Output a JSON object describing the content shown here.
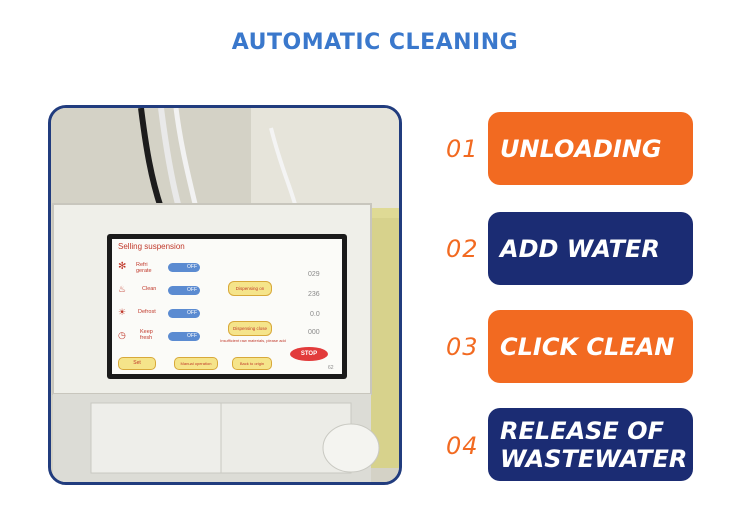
{
  "page": {
    "title": "AUTOMATIC CLEANING"
  },
  "colors": {
    "title": "#3a78cc",
    "orange": "#f26a21",
    "navy": "#1b2c73",
    "frame": "#213c7e"
  },
  "steps": [
    {
      "number": "01",
      "label_lines": [
        "UNLOADING"
      ],
      "style": "orange"
    },
    {
      "number": "02",
      "label_lines": [
        "ADD WATER"
      ],
      "style": "navy"
    },
    {
      "number": "03",
      "label_lines": [
        "CLICK CLEAN"
      ],
      "style": "orange"
    },
    {
      "number": "04",
      "label_lines": [
        "RELEASE OF",
        "WASTEWATER"
      ],
      "style": "navy"
    }
  ],
  "device_screen": {
    "header": "Selling suspension",
    "rows": [
      {
        "label": "Refri gerate",
        "toggle": "OFF"
      },
      {
        "label": "Clean",
        "toggle": "OFF"
      },
      {
        "label": "Defrost",
        "toggle": "OFF"
      },
      {
        "label": "Keep fresh",
        "toggle": "OFF"
      }
    ],
    "buttons": {
      "dispensing_on": "Dispensing on",
      "dispensing_close": "Dispensing close",
      "notice": "Insufficient raw materials, please add",
      "stop": "STOP",
      "set": "Set",
      "manual": "Manual operation",
      "back": "Back to origin"
    },
    "readings": [
      "029",
      "236",
      "0.0",
      "000"
    ],
    "corner": "62"
  }
}
